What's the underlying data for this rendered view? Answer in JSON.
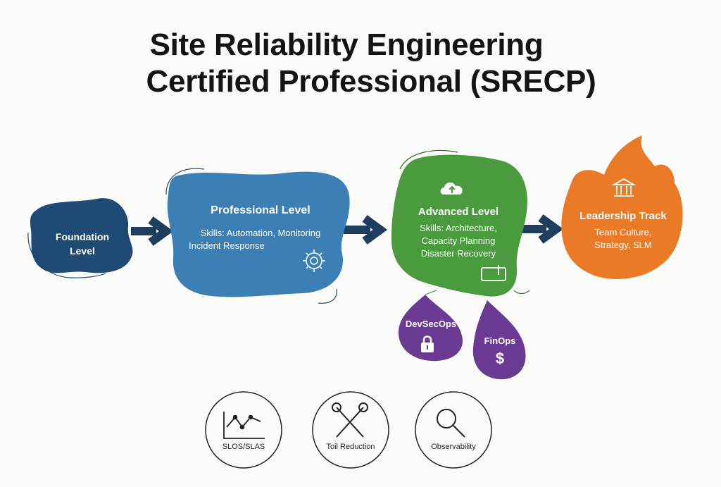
{
  "title": {
    "line1": "Site Reliability Engineering",
    "line2": "Certified Professional (SRECP)"
  },
  "stages": {
    "foundation": {
      "line1": "Foundation",
      "line2": "Level",
      "color": "#1f4a73"
    },
    "professional": {
      "heading": "Professional Level",
      "line1": "Skills: Automation, Monitoring",
      "line2": "Incident Response",
      "icon": "gear-icon",
      "color": "#3b7fb4"
    },
    "advanced": {
      "heading": "Advanced Level",
      "line1": "Skills: Architecture,",
      "line2": "Capacity Planning",
      "line3": "Disaster Recovery",
      "icon": "cloud-upload-icon",
      "color": "#4a9a3e"
    },
    "leadership": {
      "heading": "Leadership Track",
      "line1": "Team Culture,",
      "line2": "Strategy, SLM",
      "icon": "institution-icon",
      "color": "#ea7a26"
    }
  },
  "specializations": {
    "devsecops": {
      "label": "DevSecOps",
      "icon": "lock-icon",
      "color": "#6b3b93"
    },
    "finops": {
      "label": "FinOps",
      "icon": "dollar-icon",
      "color": "#6b3b93"
    }
  },
  "practices": [
    {
      "label": "SLOS/SLAS",
      "icon": "line-chart-icon"
    },
    {
      "label": "Toil Reduction",
      "icon": "wrench-screwdriver-icon"
    },
    {
      "label": "Observability",
      "icon": "magnifier-icon"
    }
  ],
  "colors": {
    "arrow": "#1f3e5e"
  }
}
